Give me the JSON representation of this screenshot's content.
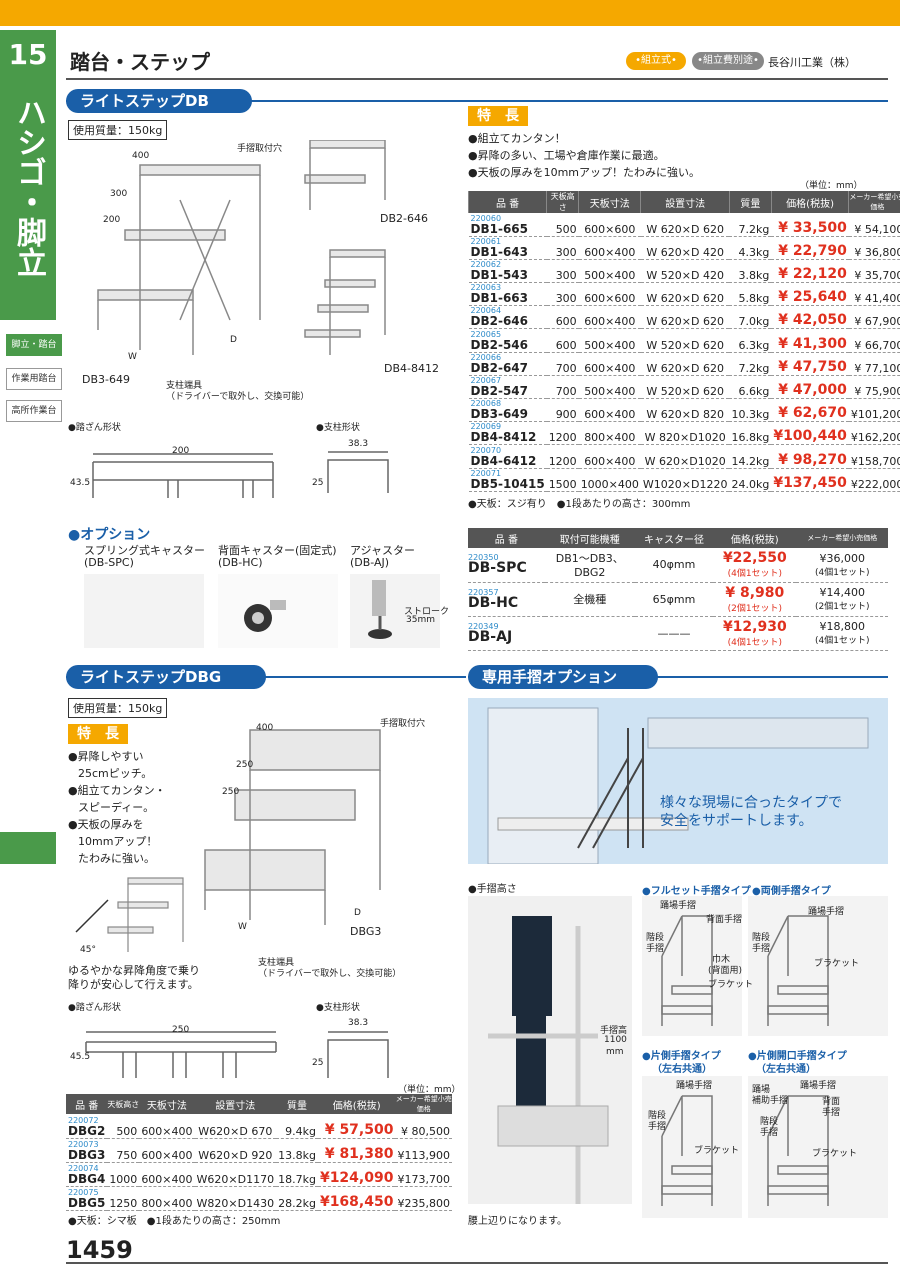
{
  "side": {
    "number": "15",
    "title": "ハシゴ・脚立",
    "tabs": [
      "脚立・踏台",
      "作業用踏台",
      "高所作業台"
    ]
  },
  "header": {
    "title": "踏台・ステップ",
    "pill1": "•組立式•",
    "pill2": "•組立費別途•",
    "maker": "長谷川工業（株）"
  },
  "db": {
    "section": "ライトステップDB",
    "weight": "使用質量：150kg",
    "features_title": "特　長",
    "features": [
      "●組立てカンタン！",
      "●昇降の多い、工場や倉庫作業に最適。",
      "●天板の厚みを10mmアップ！たわみに強い。"
    ],
    "labels": {
      "handrail_hole": "手摺取付穴",
      "w400": "400",
      "h300": "300",
      "d200": "200",
      "w": "W",
      "d": "D",
      "m1": "DB3-649",
      "m2": "DB2-646",
      "m3": "DB4-8412",
      "foot": "支柱端具",
      "foot_note": "（ドライバーで取外し、交換可能）",
      "tread": "●踏ざん形状",
      "tread_w": "200",
      "tread_h": "43.5",
      "post": "●支柱形状",
      "post_w": "38.3",
      "post_h": "25"
    },
    "unit": "（単位：mm）",
    "headers": [
      "品 番",
      "天板高さ",
      "天板寸法",
      "設置寸法",
      "質量",
      "価格(税抜)",
      "メーカー希望小売価格"
    ],
    "rows": [
      [
        "220060",
        "DB1-665",
        "500",
        "600×600",
        "W 620×D 620",
        "7.2kg",
        "¥ 33,500",
        "¥ 54,100"
      ],
      [
        "220061",
        "DB1-643",
        "300",
        "600×400",
        "W 620×D 420",
        "4.3kg",
        "¥ 22,790",
        "¥ 36,800"
      ],
      [
        "220062",
        "DB1-543",
        "300",
        "500×400",
        "W 520×D 420",
        "3.8kg",
        "¥ 22,120",
        "¥ 35,700"
      ],
      [
        "220063",
        "DB1-663",
        "300",
        "600×600",
        "W 620×D 620",
        "5.8kg",
        "¥ 25,640",
        "¥ 41,400"
      ],
      [
        "220064",
        "DB2-646",
        "600",
        "600×400",
        "W 620×D 620",
        "7.0kg",
        "¥ 42,050",
        "¥ 67,900"
      ],
      [
        "220065",
        "DB2-546",
        "600",
        "500×400",
        "W 520×D 620",
        "6.3kg",
        "¥ 41,300",
        "¥ 66,700"
      ],
      [
        "220066",
        "DB2-647",
        "700",
        "600×400",
        "W 620×D 620",
        "7.2kg",
        "¥ 47,750",
        "¥ 77,100"
      ],
      [
        "220067",
        "DB2-547",
        "700",
        "500×400",
        "W 520×D 620",
        "6.6kg",
        "¥ 47,000",
        "¥ 75,900"
      ],
      [
        "220068",
        "DB3-649",
        "900",
        "600×400",
        "W 620×D 820",
        "10.3kg",
        "¥ 62,670",
        "¥101,200"
      ],
      [
        "220069",
        "DB4-8412",
        "1200",
        "800×400",
        "W 820×D1020",
        "16.8kg",
        "¥100,440",
        "¥162,200"
      ],
      [
        "220070",
        "DB4-6412",
        "1200",
        "600×400",
        "W 620×D1020",
        "14.2kg",
        "¥ 98,270",
        "¥158,700"
      ],
      [
        "220071",
        "DB5-10415",
        "1500",
        "1000×400",
        "W1020×D1220",
        "24.0kg",
        "¥137,450",
        "¥222,000"
      ]
    ],
    "note": "●天板：スジ有り　●1段あたりの高さ：300mm"
  },
  "option": {
    "title": "●オプション",
    "items": [
      {
        "name": "スプリング式キャスター",
        "code": "(DB-SPC)"
      },
      {
        "name": "背面キャスター(固定式)",
        "code": "(DB-HC)"
      },
      {
        "name": "アジャスター",
        "code": "(DB-AJ)",
        "stroke": "ストローク",
        "stroke_v": "35mm"
      }
    ],
    "headers": [
      "品 番",
      "取付可能機種",
      "キャスター径",
      "価格(税抜)",
      "メーカー希望小売価格"
    ],
    "rows": [
      {
        "code": "220350",
        "model": "DB-SPC",
        "fit": "DB1～DB3、DBG2",
        "dia": "40φmm",
        "price": "¥22,550",
        "price_note": "(4個1セット)",
        "list": "¥36,000",
        "list_note": "(4個1セット)"
      },
      {
        "code": "220357",
        "model": "DB-HC",
        "fit": "全機種",
        "dia": "65φmm",
        "price": "¥ 8,980",
        "price_note": "(2個1セット)",
        "list": "¥14,400",
        "list_note": "(2個1セット)"
      },
      {
        "code": "220349",
        "model": "DB-AJ",
        "fit": "",
        "dia": "———",
        "price": "¥12,930",
        "price_note": "(4個1セット)",
        "list": "¥18,800",
        "list_note": "(4個1セット)"
      }
    ]
  },
  "dbg": {
    "section": "ライトステップDBG",
    "weight": "使用質量：150kg",
    "features_title": "特　長",
    "features": [
      "●昇降しやすい",
      "25cmピッチ。",
      "●組立てカンタン・",
      "スピーディー。",
      "●天板の厚みを",
      "10mmアップ！",
      "たわみに強い。"
    ],
    "labels": {
      "handrail_hole": "手摺取付穴",
      "w400": "400",
      "h250a": "250",
      "h250b": "250",
      "w": "W",
      "d": "D",
      "model": "DBG3",
      "foot": "支柱端具",
      "foot_note": "（ドライバーで取外し、交換可能）",
      "angle": "45°",
      "angle_note1": "ゆるやかな昇降角度で乗り",
      "angle_note2": "降りが安心して行えます。",
      "tread": "●踏ざん形状",
      "tread_w": "250",
      "tread_h": "45.5",
      "post": "●支柱形状",
      "post_w": "38.3",
      "post_h": "25"
    },
    "unit": "（単位：mm）",
    "headers": [
      "品 番",
      "天板高さ",
      "天板寸法",
      "設置寸法",
      "質量",
      "価格(税抜)",
      "メーカー希望小売価格"
    ],
    "rows": [
      [
        "220072",
        "DBG2",
        "500",
        "600×400",
        "W620×D 670",
        "9.4kg",
        "¥ 57,500",
        "¥ 80,500"
      ],
      [
        "220073",
        "DBG3",
        "750",
        "600×400",
        "W620×D 920",
        "13.8kg",
        "¥ 81,380",
        "¥113,900"
      ],
      [
        "220074",
        "DBG4",
        "1000",
        "600×400",
        "W620×D1170",
        "18.7kg",
        "¥124,090",
        "¥173,700"
      ],
      [
        "220075",
        "DBG5",
        "1250",
        "800×400",
        "W820×D1430",
        "28.2kg",
        "¥168,450",
        "¥235,800"
      ]
    ],
    "note": "●天板：シマ板　●1段あたりの高さ：250mm"
  },
  "handrail": {
    "section": "専用手摺オプション",
    "banner1": "様々な現場に合ったタイプで",
    "banner2": "安全をサポートします。",
    "height_title": "●手摺高さ",
    "height_label1": "手摺高",
    "height_label2": "1100",
    "height_label3": "mm",
    "height_note": "腰上辺りになります。",
    "types": [
      {
        "title": "●フルセット手摺タイプ",
        "labels": [
          "踊場手摺",
          "背面手摺",
          "階段",
          "手摺",
          "巾木",
          "(背面用)",
          "ブラケット"
        ]
      },
      {
        "title": "●両側手摺タイプ",
        "labels": [
          "踊場手摺",
          "階段",
          "手摺",
          "ブラケット"
        ]
      },
      {
        "title": "●片側手摺タイプ",
        "title2": "（左右共通）",
        "labels": [
          "踊場手摺",
          "階段",
          "手摺",
          "ブラケット"
        ]
      },
      {
        "title": "●片側開口手摺タイプ",
        "title2": "（左右共通）",
        "labels": [
          "踊場",
          "補助手摺",
          "踊場手摺",
          "背面",
          "手摺",
          "階段",
          "手摺",
          "ブラケット"
        ]
      }
    ]
  },
  "page": "1459"
}
